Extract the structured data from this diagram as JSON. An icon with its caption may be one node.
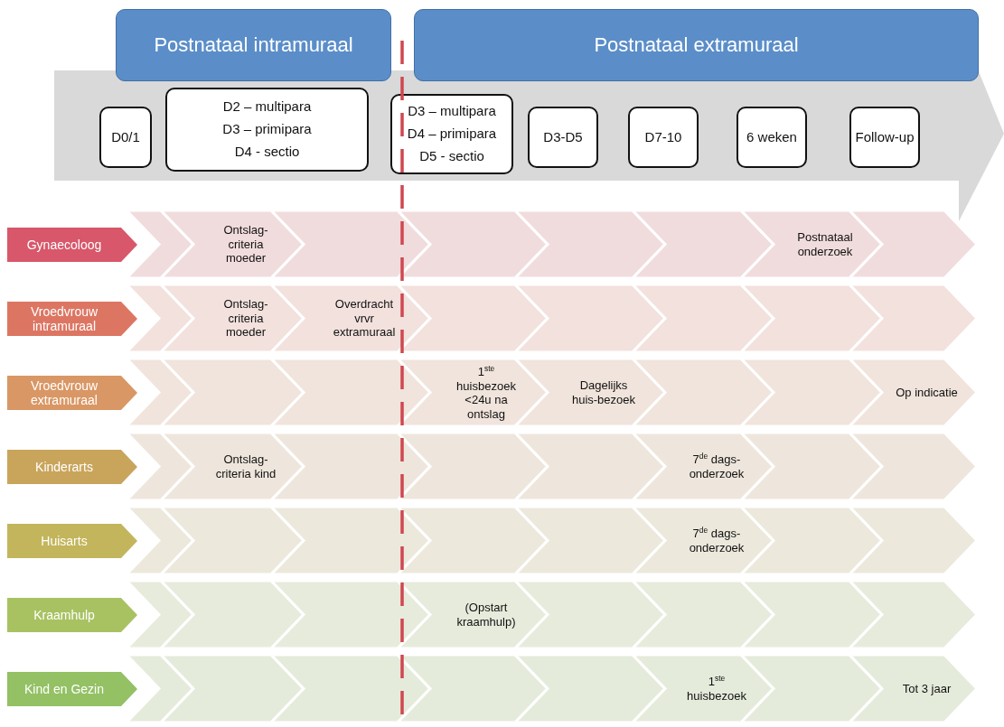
{
  "diagram": {
    "nodes": [
      {
        "text": [
          "Postnataal intramuraal"
        ]
      },
      {
        "text": [
          "Postnataal extramuraal"
        ]
      },
      {
        "text": [],
        "shape": "arrow"
      },
      {
        "text": [
          "D0/1"
        ],
        "in": 2
      },
      {
        "text": [
          "D2 – multipara",
          "D3 – primipara",
          "D4 - sectio"
        ],
        "in": 2
      },
      {
        "text": [
          "D3 – multipara",
          "D4 – primipara",
          "D5 - sectio"
        ],
        "in": 2
      },
      {
        "text": [
          "D3-D5"
        ],
        "in": 2
      },
      {
        "text": [
          "D7-10"
        ],
        "in": 2
      },
      {
        "text": [
          "6 weken"
        ],
        "in": 2
      },
      {
        "text": [
          "Follow-up"
        ],
        "in": 2
      },
      {
        "text": [
          "Gynaecoloog"
        ]
      },
      {
        "text": [],
        "shape": "chevron"
      },
      {
        "text": [
          "Ontslag-criteria moeder"
        ]
      },
      {
        "text": [],
        "shape": "chevron"
      },
      {
        "text": [],
        "shape": "chevron"
      },
      {
        "text": [],
        "shape": "chevron"
      },
      {
        "text": [],
        "shape": "chevron"
      },
      {
        "text": [
          "Postnataal onderzoek"
        ]
      },
      {
        "text": [],
        "shape": "chevron"
      },
      {
        "text": [
          "Vroedvrouw intramuraal"
        ]
      },
      {
        "text": [],
        "shape": "chevron"
      },
      {
        "text": [
          "Ontslag-criteria moeder"
        ]
      },
      {
        "text": [
          "Overdracht vrvr extramuraal"
        ]
      },
      {
        "text": [],
        "shape": "chevron"
      },
      {
        "text": [],
        "shape": "chevron"
      },
      {
        "text": [],
        "shape": "chevron"
      },
      {
        "text": [],
        "shape": "chevron"
      },
      {
        "text": [],
        "shape": "chevron"
      },
      {
        "text": [
          "Vroedvrouw extramuraal"
        ]
      },
      {
        "text": [],
        "shape": "chevron"
      },
      {
        "text": [],
        "shape": "chevron"
      },
      {
        "text": [],
        "shape": "chevron"
      },
      {
        "text": [
          "1$^{ste}$ huisbezoek <24u na ontslag"
        ]
      },
      {
        "text": [
          "Dagelijks huis-bezoek"
        ]
      },
      {
        "text": [],
        "shape": "chevron"
      },
      {
        "text": [],
        "shape": "chevron"
      },
      {
        "text": [
          "Op indicatie"
        ]
      },
      {
        "text": [
          "Kinderarts"
        ]
      },
      {
        "text": [],
        "shape": "chevron"
      },
      {
        "text": [
          "Ontslag-criteria kind"
        ]
      },
      {
        "text": [],
        "shape": "chevron"
      },
      {
        "text": [],
        "shape": "chevron"
      },
      {
        "text": [],
        "shape": "chevron"
      },
      {
        "text": [
          "7$^{de}$ dags-onderzoek"
        ]
      },
      {
        "text": [],
        "shape": "chevron"
      },
      {
        "text": [],
        "shape": "chevron"
      },
      {
        "text": [
          "Huisarts"
        ]
      },
      {
        "text": [],
        "shape": "chevron"
      },
      {
        "text": [],
        "shape": "chevron"
      },
      {
        "text": [],
        "shape": "chevron"
      },
      {
        "text": [],
        "shape": "chevron"
      },
      {
        "text": [],
        "shape": "chevron"
      },
      {
        "text": [
          "7$^{de}$ dags-onderzoek"
        ]
      },
      {
        "text": [],
        "shape": "chevron"
      },
      {
        "text": [],
        "shape": "chevron"
      },
      {
        "text": [
          "Kraamhulp"
        ]
      },
      {
        "text": [],
        "shape": "chevron"
      },
      {
        "text": [],
        "shape": "chevron"
      },
      {
        "text": [],
        "shape": "chevron"
      },
      {
        "text": [
          "(Opstart kraamhulp)"
        ]
      },
      {
        "text": [],
        "shape": "chevron"
      },
      {
        "text": [],
        "shape": "chevron"
      },
      {
        "text": [],
        "shape": "chevron"
      },
      {
        "text": [],
        "shape": "chevron"
      },
      {
        "text": [
          "Kind en Gezin"
        ]
      },
      {
        "text": [],
        "shape": "chevron"
      },
      {
        "text": [],
        "shape": "chevron"
      },
      {
        "text": [],
        "shape": "chevron"
      },
      {
        "text": [],
        "shape": "chevron"
      },
      {
        "text": [],
        "shape": "chevron"
      },
      {
        "text": [
          "1$^{ste}$ huisbezoek"
        ]
      },
      {
        "text": [],
        "shape": "chevron"
      },
      {
        "text": [
          "Tot 3 jaar"
        ]
      }
    ]
  }
}
